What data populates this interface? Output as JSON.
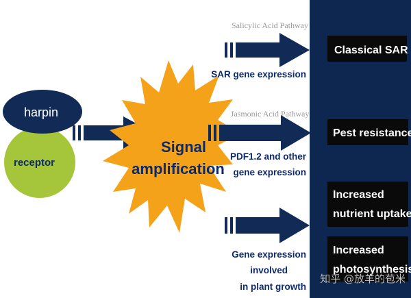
{
  "colors": {
    "navy": "#122b56",
    "panel": "#0d2750",
    "blue_text": "#0e2a6b",
    "green": "#a5c63b",
    "orange": "#f5a21b",
    "black_box": "#0a0a0a",
    "gray_text": "#9a9a9a",
    "white": "#ffffff"
  },
  "receptor_block": {
    "harpin": "harpin",
    "receptor": "receptor"
  },
  "signal": {
    "line1": "Signal",
    "line2": "amplification"
  },
  "pathways": {
    "salicylic": "Salicylic Acid Pathway",
    "jasmonic": "Jasmonic Acid Pathway"
  },
  "expression": {
    "sar": "SAR gene expression",
    "pdf_line1": "PDF1.2 and other",
    "pdf_line2": "gene expression",
    "growth_line1": "Gene expression",
    "growth_line2": "involved",
    "growth_line3": "in plant growth"
  },
  "outcomes": {
    "classical_sar": "Classical SAR",
    "pest_resistance": "Pest resistance",
    "nutrient_line1": "Increased",
    "nutrient_line2": "nutrient uptake",
    "photo_line1": "Increased",
    "photo_line2": "photosynthesis"
  },
  "watermark": "知乎 @放羊的苞米"
}
